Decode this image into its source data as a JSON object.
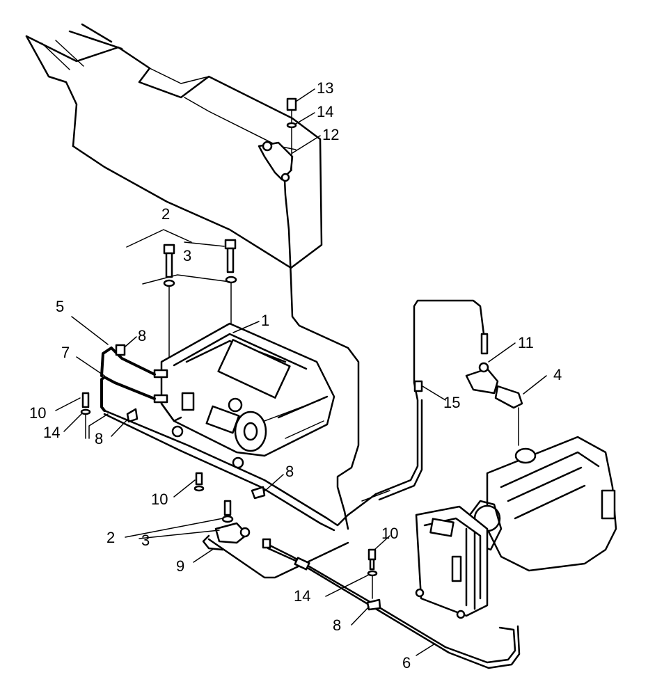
{
  "callouts": {
    "c13": "13",
    "c14a": "14",
    "c12": "12",
    "c2a": "2",
    "c3a": "3",
    "c1": "1",
    "c5": "5",
    "c8a": "8",
    "c7": "7",
    "c10a": "10",
    "c14b": "14",
    "c8b": "8",
    "c11": "11",
    "c4": "4",
    "c15": "15",
    "c8c": "8",
    "c10b": "10",
    "c2b": "2",
    "c3b": "3",
    "c9": "9",
    "c10c": "10",
    "c14c": "14",
    "c8d": "8",
    "c6": "6"
  }
}
